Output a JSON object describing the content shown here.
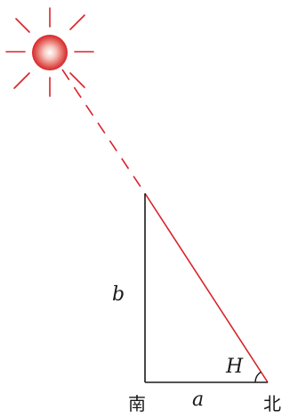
{
  "labels": {
    "vertical_side": "b",
    "horizontal_side": "a",
    "angle": "H",
    "south": "南",
    "north": "北"
  },
  "colors": {
    "line": "#1a1a1a",
    "sun_ray": "#d8232a",
    "sun_core": "#ffffff",
    "sun_edge": "#d8232a"
  },
  "icons": {
    "sun": "sun-icon"
  }
}
